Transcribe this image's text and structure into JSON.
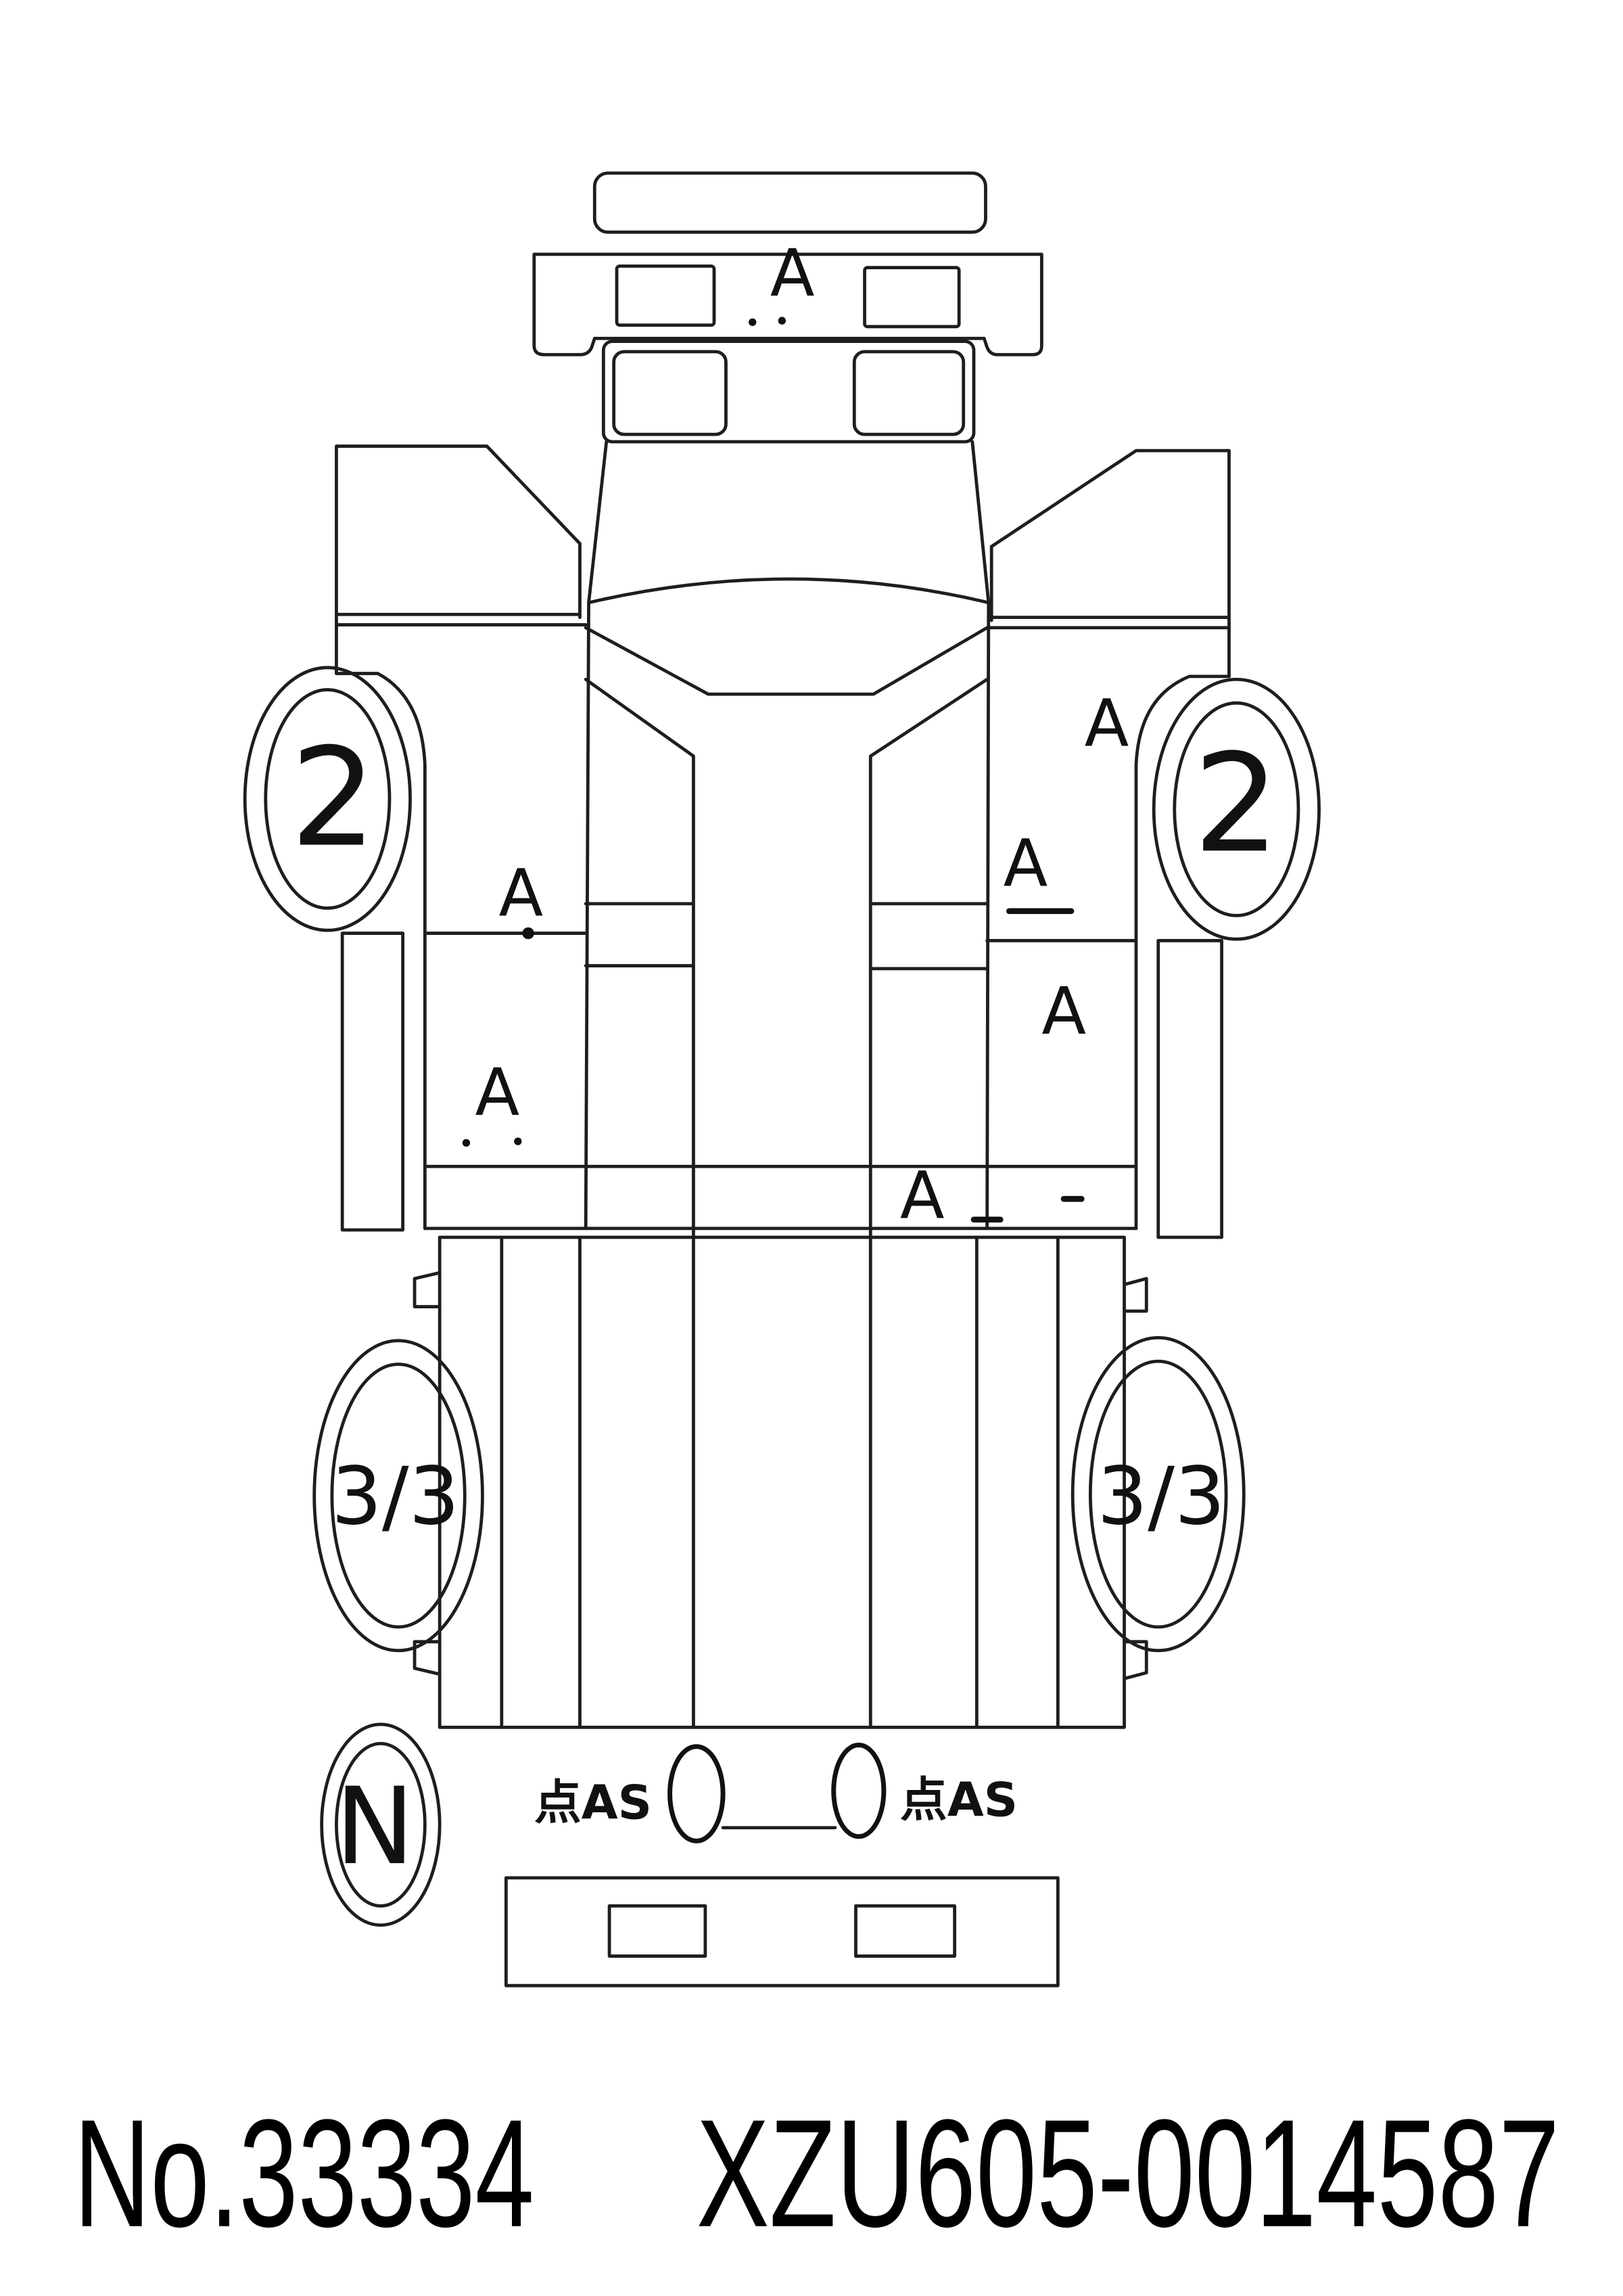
{
  "inspection_marks": {
    "front_panel": "A",
    "right_front_corner": "A",
    "left_front_tire": "2",
    "right_front_tire": "2",
    "left_front_door": "A",
    "right_front_door": "A",
    "right_rear_door": "A",
    "left_rear_door": "A",
    "rear_right_bar": "A",
    "left_rear_tire": "3/3",
    "right_rear_tire": "3/3",
    "spare_tire": "N",
    "left_rear_note": "点AS",
    "right_rear_note": "点AS"
  },
  "footer": {
    "lot_number": "No.33334",
    "chassis_number": "XZU605-0014587"
  },
  "colors": {
    "line": "#1e1e1e",
    "ink": "#111111",
    "paper": "#ffffff"
  }
}
